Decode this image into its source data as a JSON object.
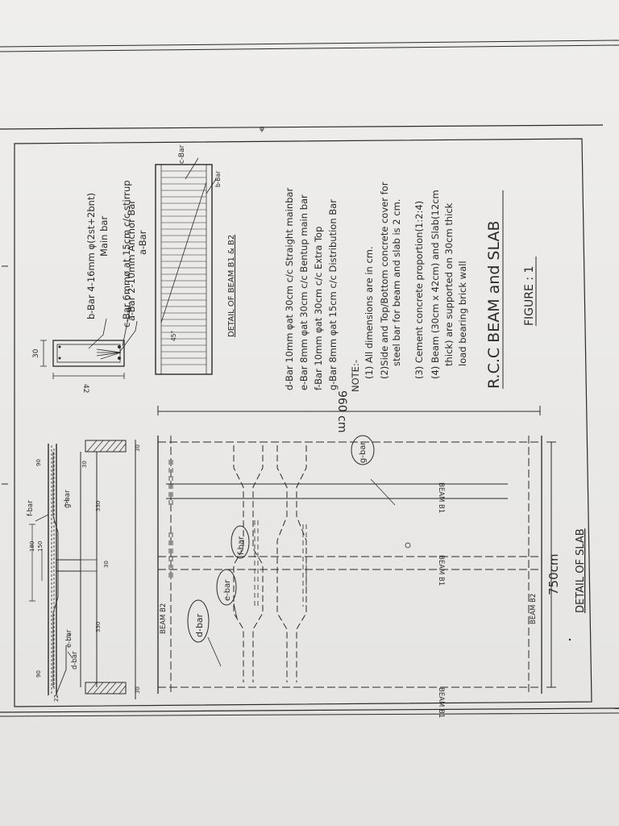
{
  "drawing": {
    "title": "R.C.C BEAM and SLAB",
    "figure": "FIGURE : 1",
    "slab_title": "DETAIL OF SLAB",
    "beam_detail_title": "DETAIL OF BEAM B1 & B2",
    "dims": {
      "length": "960 cm",
      "width": "750cm",
      "span1": "330",
      "span2": "330",
      "b30a": "30",
      "b30b": "30",
      "b30c": "30",
      "b30d": "30",
      "d150": "150",
      "d180": "180",
      "d90": "90",
      "d90b": "90",
      "d22": "22",
      "beam_w": "30",
      "beam_d": "42"
    },
    "bar_legend": {
      "a": "a-Bar 2-10mm      Anchor Bar",
      "b": "b-Bar  4-16mm φ(2st+2bnt)",
      "b2": "Main bar",
      "c": "c-Bar 6mmø at 15cm c/c stirrup",
      "c2": "a-Bar"
    },
    "slab_bars": {
      "d": "d-Bar 10mm φat 30cm c/c Straight mainbar",
      "e": "e-Bar  8mm φat 30cm c/c Bentup main bar",
      "f": "f-Bar 10mm φat 30cm c/c Extra Top",
      "g": "g-Bar  8mm φat 15cm c/c Distribution Bar"
    },
    "notes": {
      "heading": "NOTE:-",
      "n1": "(1)  All dimensions are in cm.",
      "n2a": "(2)Side and Top/Bottom concrete cover for",
      "n2b": "steel bar for beam and slab is 2 cm.",
      "n3": "(3)  Cement concrete proportion(1:2:4)",
      "n4a": "(4)  Beam (30cm x 42cm) and Slab(12cm",
      "n4b": "thick) are supported on 30cm thick",
      "n4c": "load bearing brick wall"
    },
    "tags": {
      "d": "d-bar",
      "e": "e-bar",
      "f": "f-bar",
      "g": "g-bar",
      "sec_f": "f-bar",
      "sec_g": "g-bar",
      "sec_d": "d-bar",
      "sec_e": "e-bar",
      "bd_c": "c-Bar",
      "bd_b": "b-Bar",
      "bd_deg": "45°"
    },
    "beam_labels": {
      "b1_top": "BEAM B1",
      "b1_mid": "BEAM B1",
      "b1_bot": "BEAM B1",
      "b2_left": "BEAM B2",
      "b2_right": "BEAM B2"
    }
  }
}
